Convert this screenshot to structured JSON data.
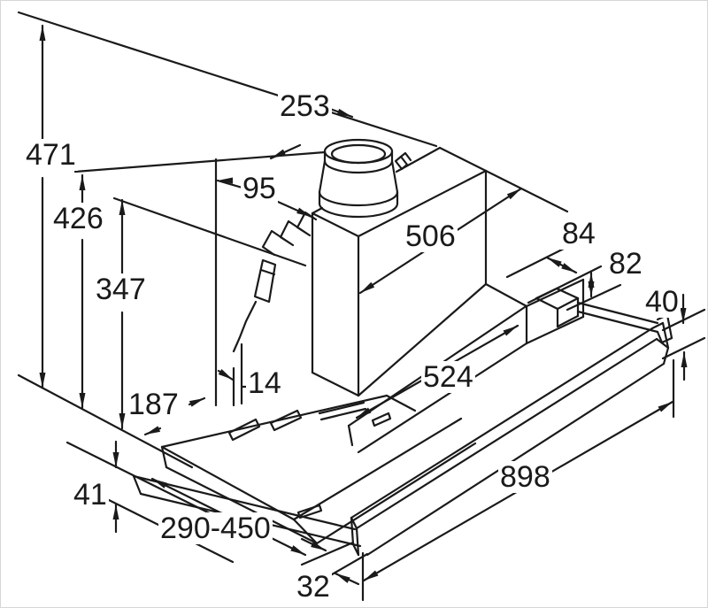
{
  "drawing": {
    "description": "Built-in telescopic cooker hood installation dimension drawing",
    "line_color": "#1a1a1a",
    "background": "#ffffff"
  },
  "labels": [
    {
      "id": "471",
      "text": "471"
    },
    {
      "id": "426",
      "text": "426"
    },
    {
      "id": "347",
      "text": "347"
    },
    {
      "id": "253",
      "text": "253"
    },
    {
      "id": "95",
      "text": "95"
    },
    {
      "id": "506",
      "text": "506"
    },
    {
      "id": "84",
      "text": "84"
    },
    {
      "id": "82",
      "text": "82"
    },
    {
      "id": "40",
      "text": "40"
    },
    {
      "id": "524",
      "text": "524"
    },
    {
      "id": "14",
      "text": "14"
    },
    {
      "id": "187",
      "text": "187"
    },
    {
      "id": "41",
      "text": "41"
    },
    {
      "id": "290-450",
      "text": "290-450"
    },
    {
      "id": "898",
      "text": "898"
    },
    {
      "id": "32",
      "text": "32"
    }
  ]
}
